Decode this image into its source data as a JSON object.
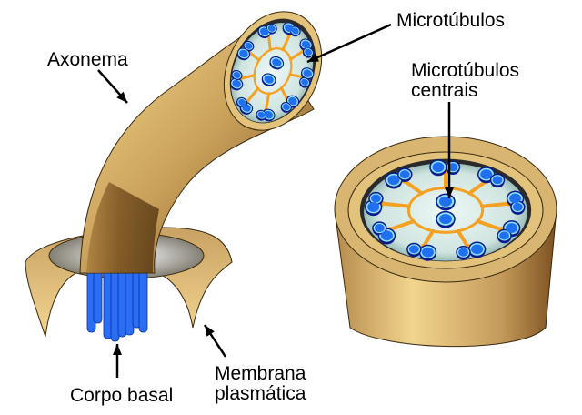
{
  "title": "Estrutura do axonema (cílio/flagelo)",
  "labels": {
    "microtubulos": "Microtúbulos",
    "axonema": "Axonema",
    "microtubulos_centrais_line1": "Microtúbulos",
    "microtubulos_centrais_line2": "centrais",
    "corpo_basal": "Corpo basal",
    "membrana_line1": "Membrana",
    "membrana_line2": "plasmática"
  },
  "colors": {
    "sheath_light": "#f2d58e",
    "sheath_mid": "#c9a05a",
    "sheath_dark": "#7a4e1e",
    "interior": "#d8ece8",
    "interior_edge": "#8fb7b2",
    "microtubule_dark": "#0a1a8c",
    "microtubule_mid": "#1f6ff0",
    "microtubule_light": "#8fe3f5",
    "spoke": "#f4a020",
    "basal_body": "#2a6ef5",
    "arrow": "#000000"
  },
  "structure": {
    "outer_doublets": 9,
    "central_singlets": 2
  }
}
